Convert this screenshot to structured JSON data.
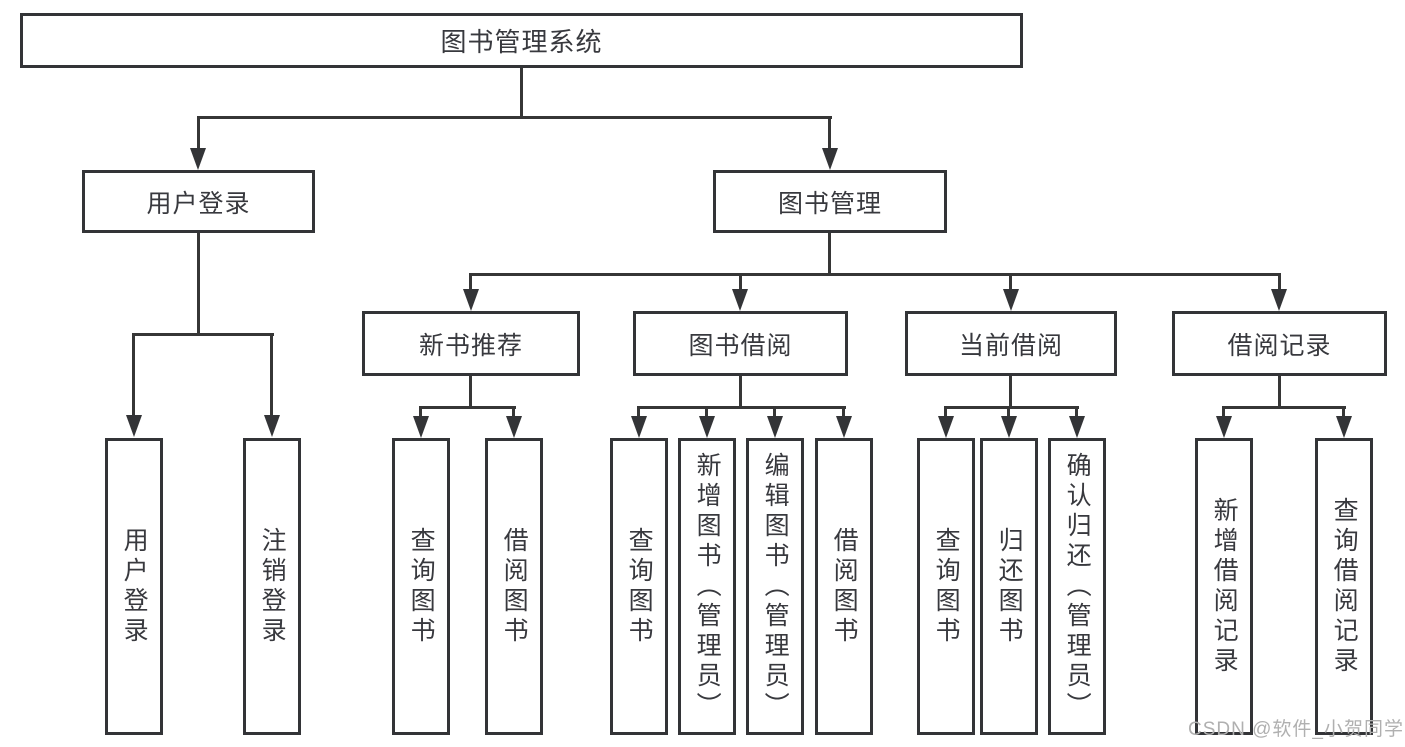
{
  "diagram": {
    "root": {
      "label": "图书管理系统"
    },
    "level1": [
      {
        "label": "用户登录"
      },
      {
        "label": "图书管理"
      }
    ],
    "level2": [
      {
        "label": "新书推荐"
      },
      {
        "label": "图书借阅"
      },
      {
        "label": "当前借阅"
      },
      {
        "label": "借阅记录"
      }
    ],
    "leaves": {
      "user_login": [
        "用户登录",
        "注销登录"
      ],
      "new_books": [
        "查询图书",
        "借阅图书"
      ],
      "book_borrow": [
        "查询图书",
        "新增图书（管理员）",
        "编辑图书（管理员）",
        "借阅图书"
      ],
      "current_borrow": [
        "查询图书",
        "归还图书",
        "确认归还（管理员）"
      ],
      "borrow_records": [
        "新增借阅记录",
        "查询借阅记录"
      ]
    }
  },
  "watermark": {
    "text": "CSDN @软件_小贺同学"
  },
  "colors": {
    "line": "#363636",
    "border": "#333437",
    "text": "#38393e",
    "watermark": "#b0b0b0",
    "background": "#ffffff"
  }
}
